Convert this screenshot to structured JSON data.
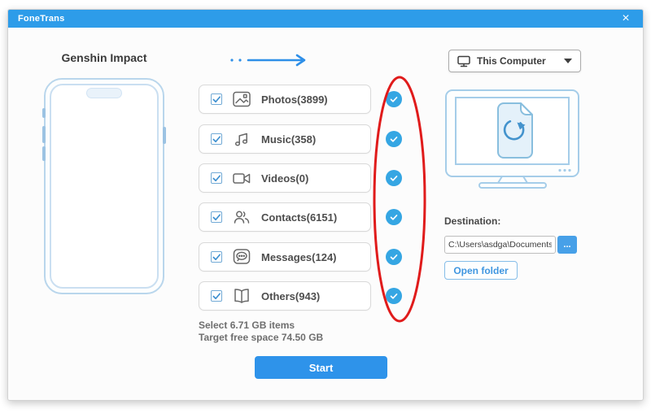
{
  "window": {
    "title": "FoneTrans",
    "close": "×"
  },
  "source_device": {
    "name": "Genshin Impact"
  },
  "categories": {
    "items": [
      {
        "label": "Photos(3899)",
        "icon": "photos-icon",
        "checked": true
      },
      {
        "label": "Music(358)",
        "icon": "music-icon",
        "checked": true
      },
      {
        "label": "Videos(0)",
        "icon": "videos-icon",
        "checked": true
      },
      {
        "label": "Contacts(6151)",
        "icon": "contacts-icon",
        "checked": true
      },
      {
        "label": "Messages(124)",
        "icon": "messages-icon",
        "checked": true
      },
      {
        "label": "Others(943)",
        "icon": "others-icon",
        "checked": true
      }
    ],
    "summary": {
      "selected": "Select 6.71 GB items",
      "free_space": "Target free space 74.50 GB"
    }
  },
  "target": {
    "computer_selector": "This Computer",
    "destination_label": "Destination:",
    "destination_path": "C:\\Users\\asdga\\Documents\\",
    "browse": "...",
    "open_folder": "Open folder"
  },
  "footer": {
    "start": "Start"
  },
  "colors": {
    "titlebar": "#2d9ce9",
    "accent": "#2e93ea",
    "check_circle": "#35a6e3",
    "annotation_red": "#e01b1b",
    "illustration_blue": "#a5cde9"
  }
}
